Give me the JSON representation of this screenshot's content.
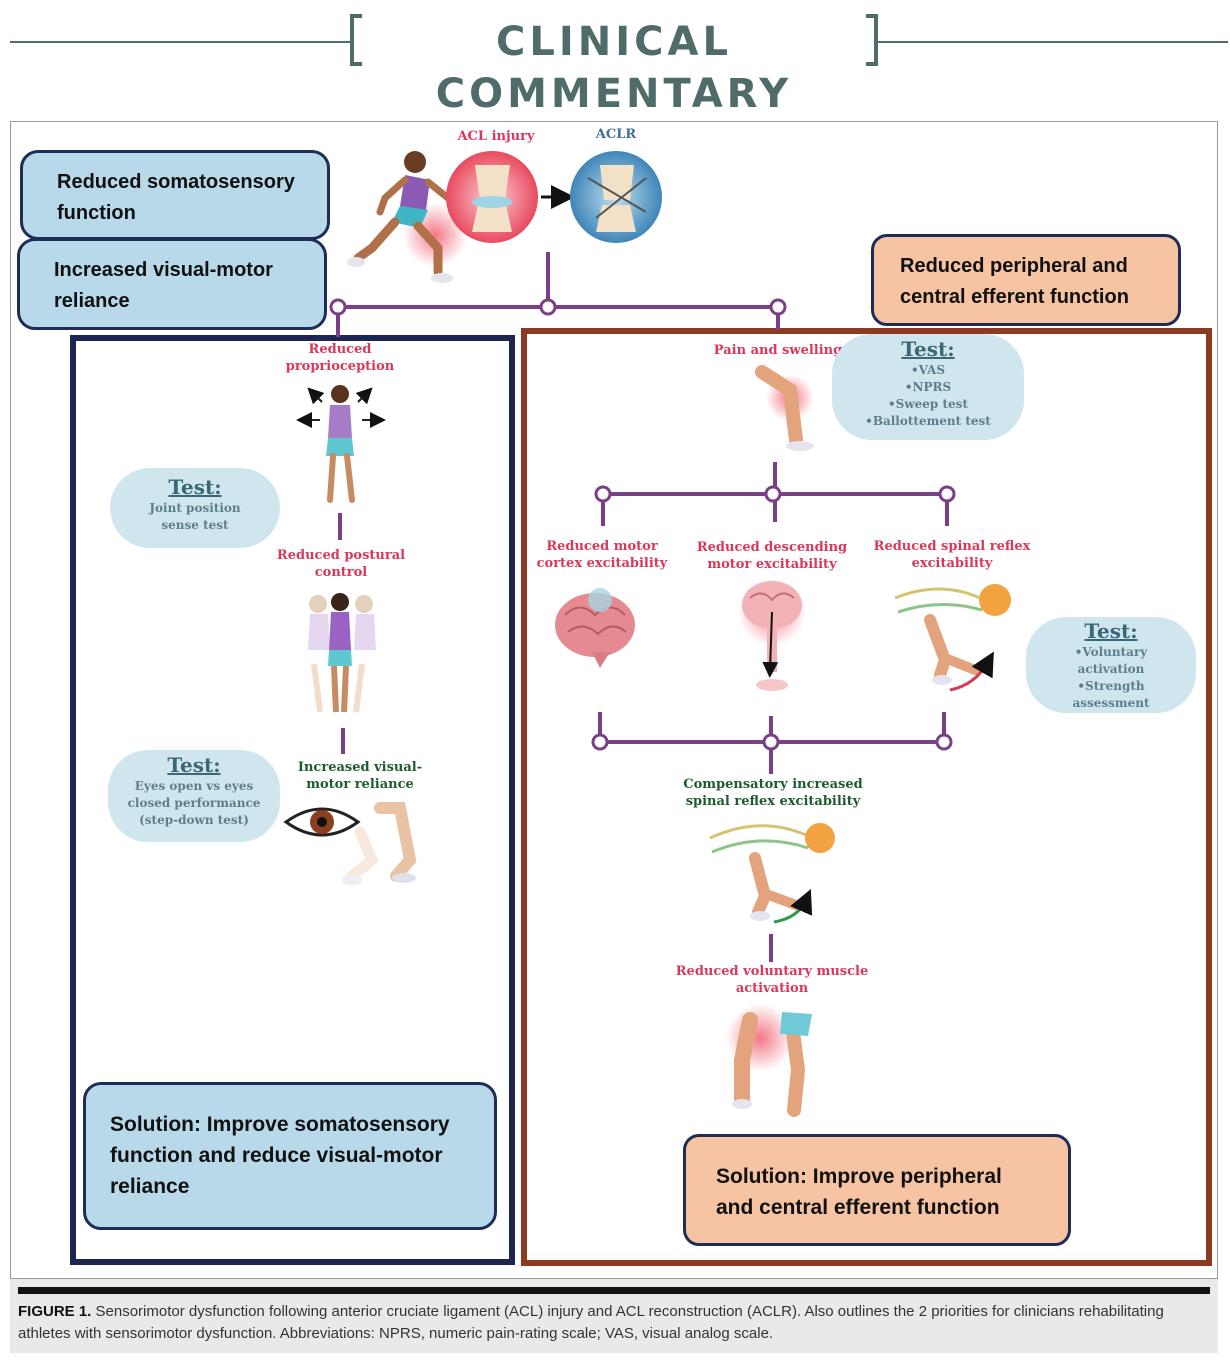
{
  "header": {
    "title": "CLINICAL COMMENTARY"
  },
  "top": {
    "acl_injury_label": "ACL injury",
    "aclr_label": "ACLR",
    "box_somatosensory": "Reduced somatosensory function",
    "box_visual_motor": "Increased visual-motor reliance",
    "box_efferent": "Reduced peripheral and central efferent function"
  },
  "left": {
    "reduced_proprioception": "Reduced proprioception",
    "test1_title": "Test:",
    "test1_body": "Joint position sense test",
    "reduced_postural": "Reduced postural control",
    "test2_title": "Test:",
    "test2_body": "Eyes open vs eyes closed performance (step-down test)",
    "increased_visual": "Increased visual-motor reliance",
    "solution": "Solution: Improve somatosensory function and reduce visual-motor reliance"
  },
  "right": {
    "pain_swelling": "Pain and swelling",
    "test3_title": "Test:",
    "test3_items": [
      "•VAS",
      "•NPRS",
      "•Sweep test",
      "•Ballottement test"
    ],
    "motor_cortex": "Reduced motor cortex excitability",
    "descending": "Reduced descending motor excitability",
    "spinal_reflex": "Reduced spinal reflex excitability",
    "test4_title": "Test:",
    "test4_items": [
      "•Voluntary activation",
      "•Strength assessment"
    ],
    "compensatory": "Compensatory increased spinal reflex excitability",
    "voluntary": "Reduced voluntary muscle activation",
    "solution": "Solution: Improve peripheral and central efferent function"
  },
  "caption": {
    "label": "FIGURE 1.",
    "text": " Sensorimotor dysfunction following anterior cruciate ligament (ACL) injury and ACL reconstruction (ACLR). Also outlines the 2 priorities for clinicians rehabilitating athletes with sensorimotor dysfunction. Abbreviations: NPRS, numeric pain-rating scale; VAS, visual analog scale."
  },
  "colors": {
    "header": "#4f6b6a",
    "blue_box": "#b8d9ea",
    "peach_box": "#f6c4a3",
    "left_border": "#1c2650",
    "right_border": "#8b3b22",
    "connector": "#7a3f86",
    "red_label": "#d9385a",
    "green_label": "#1e5a32"
  }
}
